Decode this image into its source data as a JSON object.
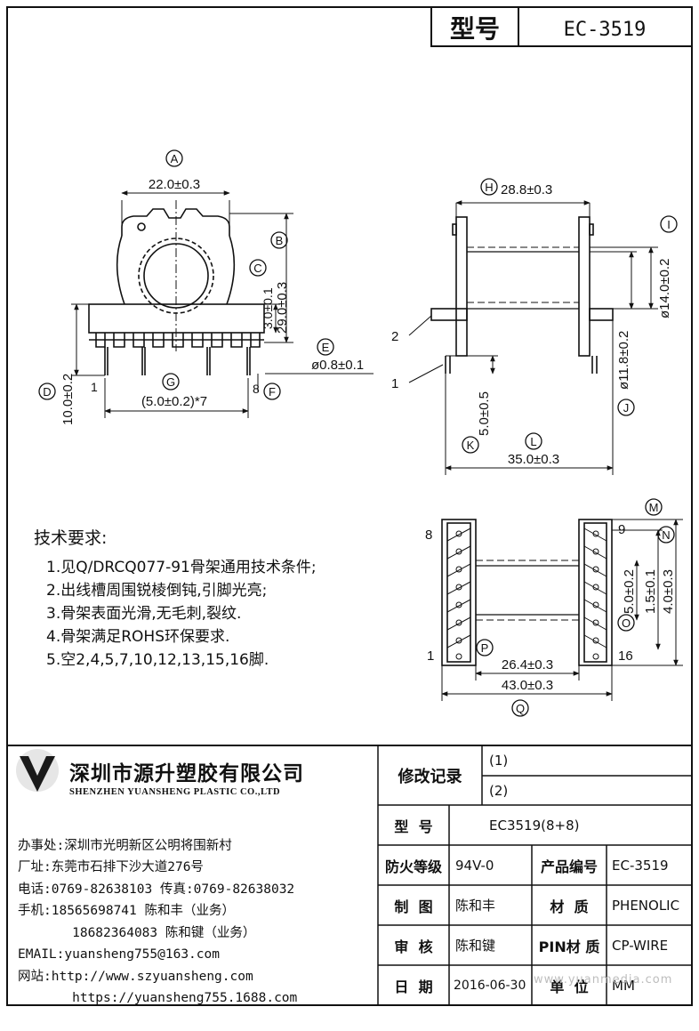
{
  "model_box": {
    "label": "型号",
    "value": "EC-3519"
  },
  "drawing": {
    "front": {
      "A": "A",
      "dim_A": "22.0±0.3",
      "B": "B",
      "dim_B": "29.0±0.3",
      "C": "C",
      "dim_C": "3.0±0.1",
      "D": "D",
      "dim_D": "10.0±0.2",
      "E": "E",
      "dim_E": "ø0.8±0.1",
      "F": "F",
      "pin_8": "8",
      "G": "G",
      "dim_G": "(5.0±0.2)*7",
      "pin_1": "1"
    },
    "side": {
      "H": "H",
      "dim_H": "28.8±0.3",
      "I": "I",
      "dim_I": "ø14.0±0.2",
      "J": "J",
      "dim_J": "ø11.8±0.2",
      "K": "K",
      "dim_K": "5.0±0.5",
      "L": "L",
      "dim_L": "35.0±0.3",
      "lead_2": "2",
      "lead_1": "1"
    },
    "bottom": {
      "pin_8": "8",
      "pin_1": "1",
      "pin_9": "9",
      "pin_16": "16",
      "M": "M",
      "N": "N",
      "O": "O",
      "P": "P",
      "Q": "Q",
      "dim_N": "1.5±0.1",
      "dim_O": "5.0±0.2",
      "dim_M": "4.0±0.3",
      "dim_P": "26.4±0.3",
      "dim_Q": "43.0±0.3"
    }
  },
  "requirements": {
    "title": "技术要求:",
    "items": [
      "1.见Q/DRCQ077-91骨架通用技术条件;",
      "2.出线槽周围锐棱倒钝,引脚光亮;",
      "3.骨架表面光滑,无毛刺,裂纹.",
      "4.骨架满足ROHS环保要求.",
      "5.空2,4,5,7,10,12,13,15,16脚."
    ]
  },
  "company": {
    "name_cn": "深圳市源升塑胶有限公司",
    "name_en": "SHENZHEN YUANSHENG PLASTIC CO.,LTD",
    "lines": [
      "办事处:深圳市光明新区公明将围新村",
      "厂址:东莞市石排下沙大道276号",
      "电话:0769-82638103 传真:0769-82638032",
      "手机:18565698741 陈和丰（业务）",
      "       18682364083 陈和键（业务）",
      "EMAIL:yuansheng755@163.com",
      "网站:http://www.szyuansheng.com",
      "       https://yuansheng755.1688.com"
    ]
  },
  "title_block": {
    "revision_label": "修改记录",
    "rev1": "(1)",
    "rev2": "(2)",
    "model_label": "型  号",
    "model_value": "EC3519(8+8)",
    "fire_label": "防火等级",
    "fire_value": "94V-0",
    "product_no_label": "产品编号",
    "product_no_value": "EC-3519",
    "drawn_label": "制  图",
    "drawn_value": "陈和丰",
    "material_label": "材  质",
    "material_value": "PHENOLIC",
    "checked_label": "审  核",
    "checked_value": "陈和键",
    "pin_material_label": "PIN材 质",
    "pin_material_value": "CP-WIRE",
    "date_label": "日  期",
    "date_value": "2016-06-30",
    "unit_label": "单  位",
    "unit_value": "MM"
  },
  "watermark": "www.yuanmedia.com"
}
